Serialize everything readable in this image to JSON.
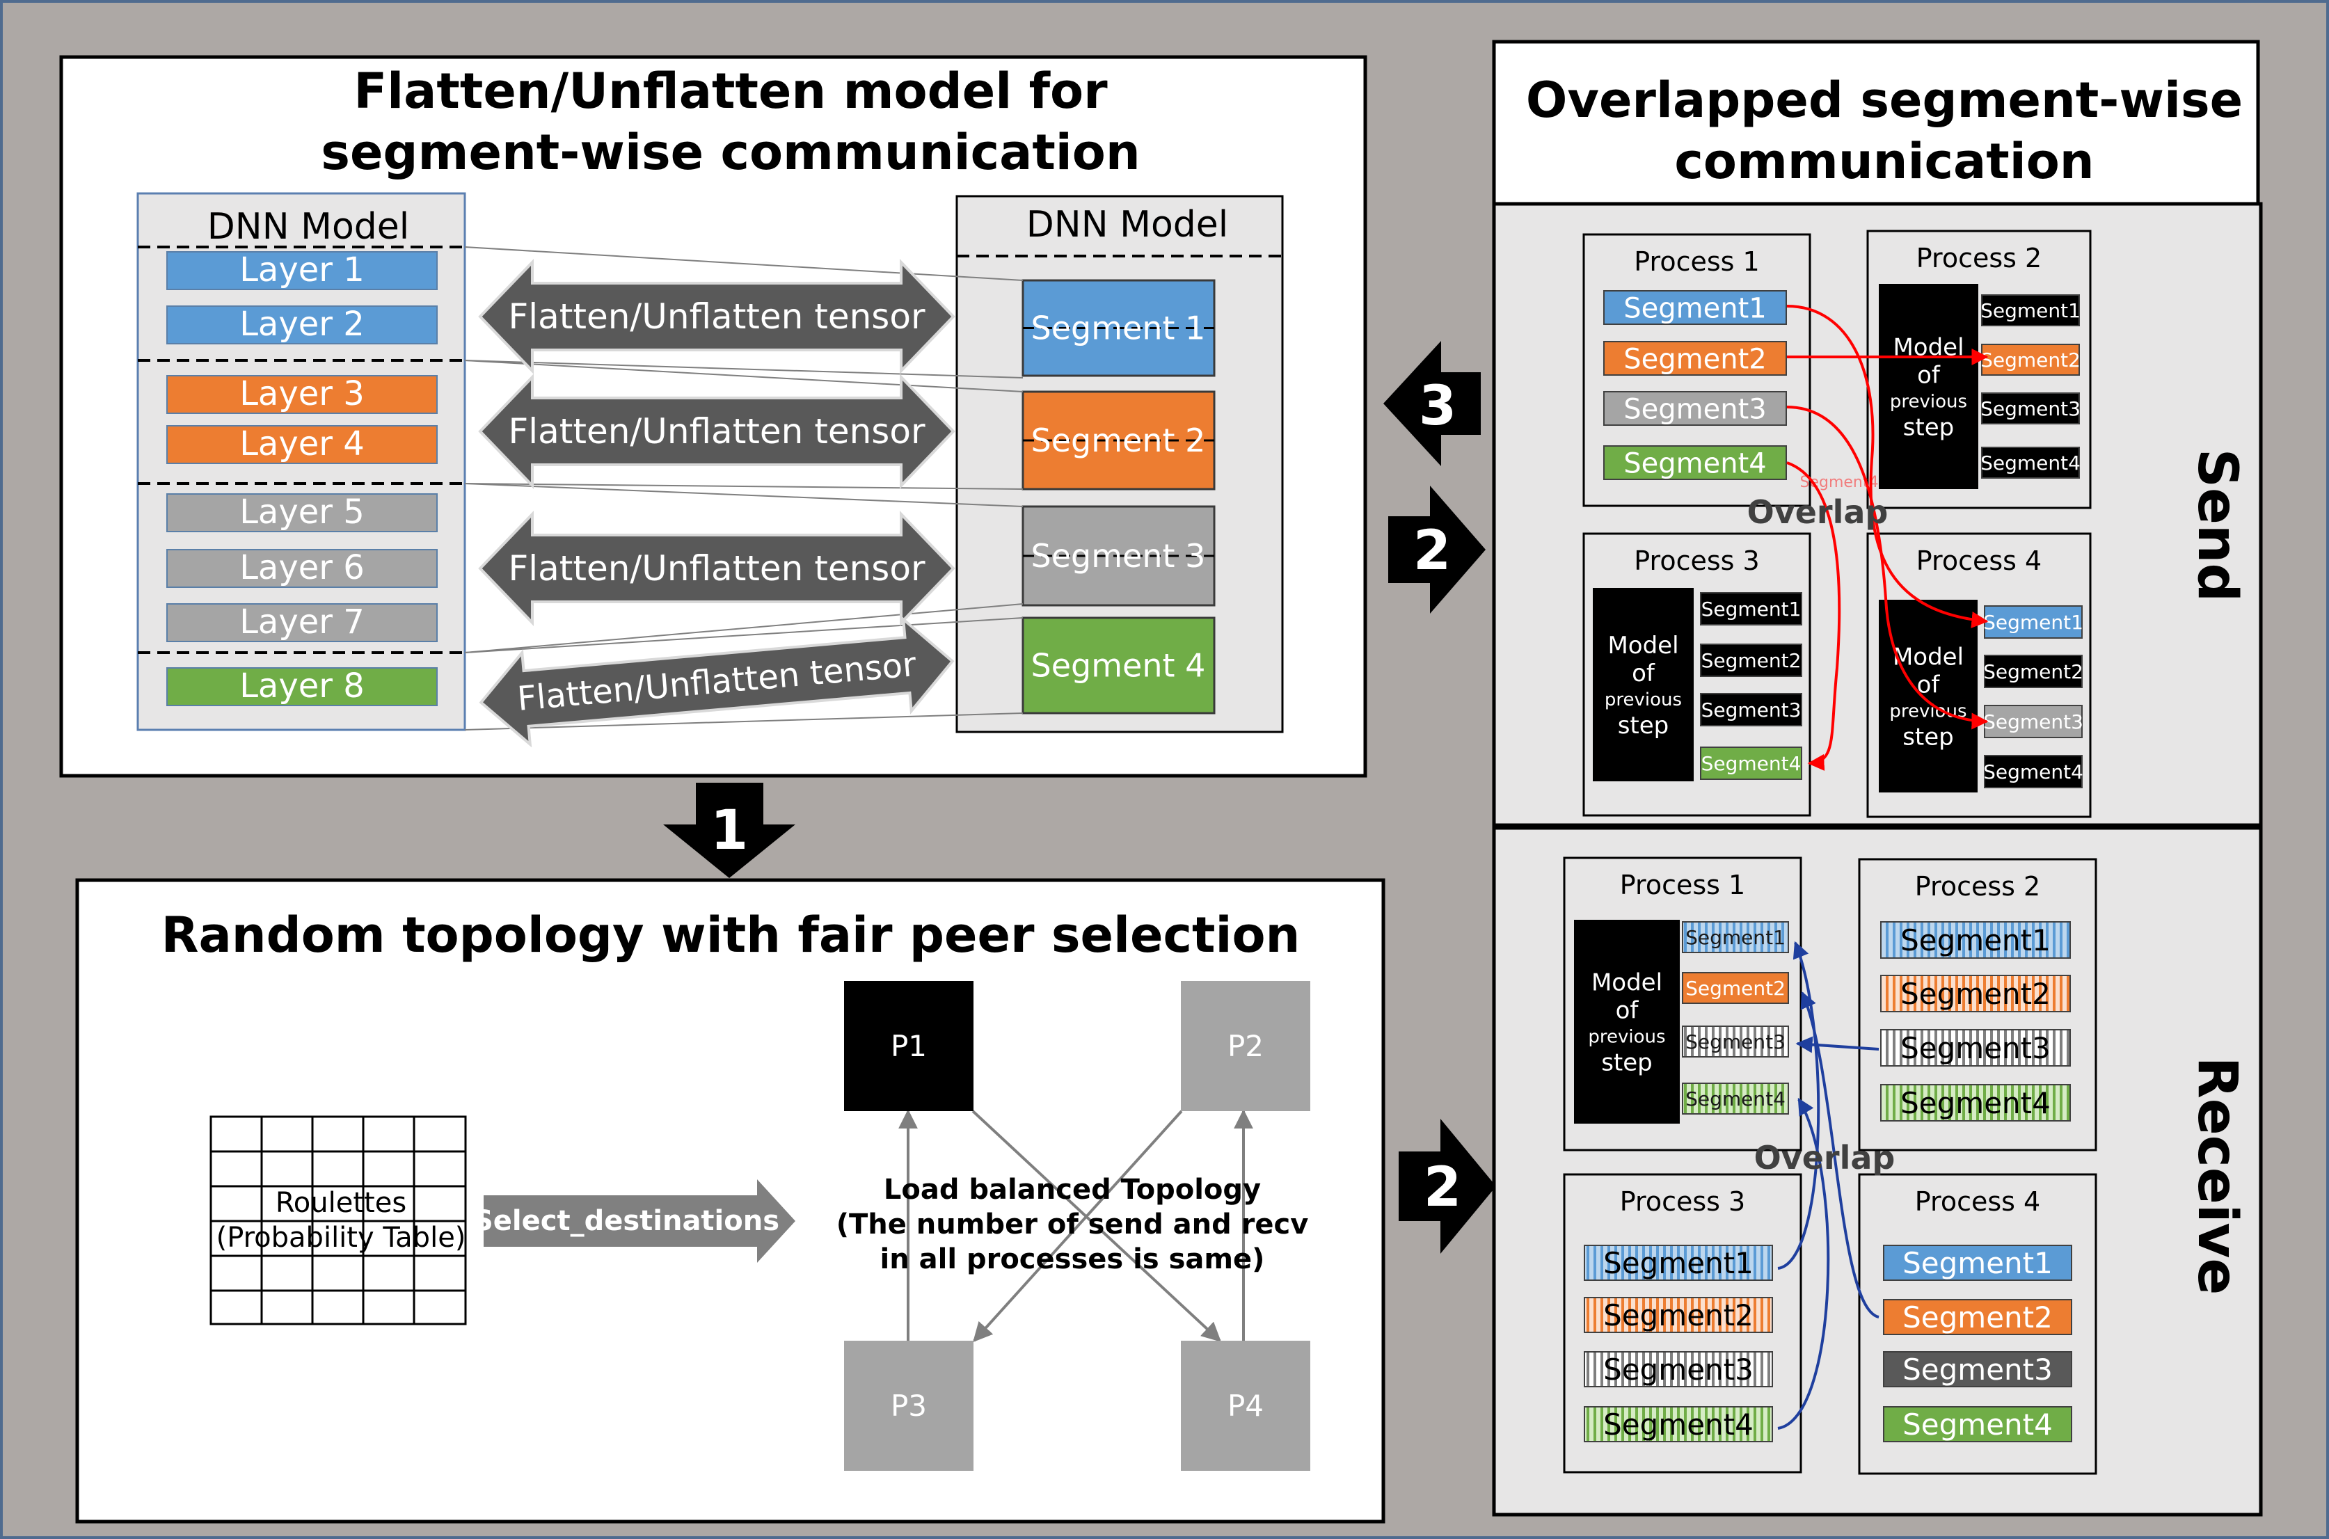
{
  "flatten_panel": {
    "title_line1": "Flatten/Unflatten model for",
    "title_line2": "segment-wise communication",
    "left_model_label": "DNN Model",
    "right_model_label": "DNN Model",
    "layers": [
      "Layer 1",
      "Layer 2",
      "Layer 3",
      "Layer 4",
      "Layer 5",
      "Layer 6",
      "Layer 7",
      "Layer 8"
    ],
    "segments": [
      "Segment 1",
      "Segment 2",
      "Segment 3",
      "Segment 4"
    ],
    "tensor_label": "Flatten/Unflatten tensor"
  },
  "topology_panel": {
    "title": "Random topology with fair peer selection",
    "roulette_line1": "Roulettes",
    "roulette_line2": "(Probability Table)",
    "select_label": "Select_destinations",
    "nodes": [
      "P1",
      "P2",
      "P3",
      "P4"
    ],
    "balanced_line1": "Load balanced Topology",
    "balanced_line2": "(The number of send and recv",
    "balanced_line3": "in all processes is same)"
  },
  "overlap_panel": {
    "title_line1": "Overlapped segment-wise",
    "title_line2": "communication",
    "send_label": "Send",
    "receive_label": "Receive",
    "overlap_label": "Overlap",
    "processes": [
      "Process 1",
      "Process 2",
      "Process 3",
      "Process 4"
    ],
    "segment_labels": [
      "Segment1",
      "Segment2",
      "Segment3",
      "Segment4"
    ],
    "model_line1": "Model",
    "model_line2": "of",
    "model_line3": "previous",
    "model_line4": "step",
    "ghost_label": "Segment4"
  },
  "steps": {
    "one": "1",
    "two": "2",
    "three": "3"
  },
  "colors": {
    "blue": "#5b9bd5",
    "orange": "#ed7d31",
    "gray": "#a5a5a5",
    "green": "#70ad47",
    "red": "#ff0000",
    "navy": "#1f3f9e"
  }
}
